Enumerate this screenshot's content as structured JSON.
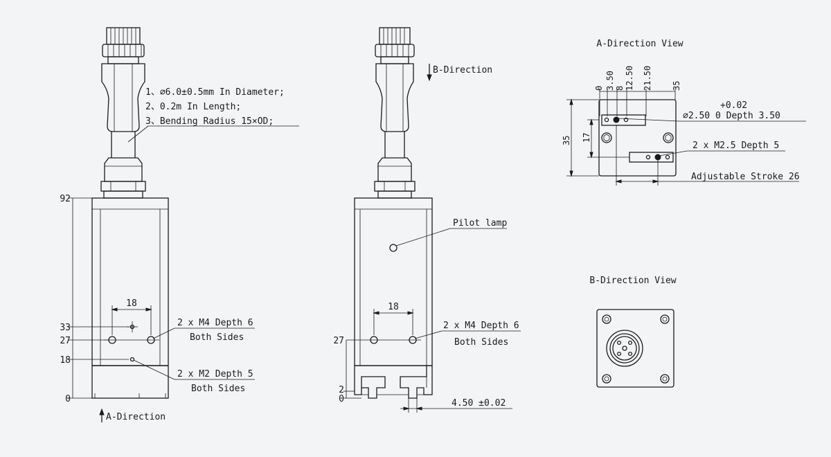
{
  "colors": {
    "background": "#f3f4f6",
    "line": "#1a1a1a"
  },
  "front_view": {
    "cable_notes": [
      "1、∅6.0±0.5mm In Diameter;",
      "2、0.2m In Length;",
      "3、Bending Radius 15×OD;"
    ],
    "height_ticks": [
      "92",
      "33",
      "27",
      "18",
      "0"
    ],
    "hole_spacing": "18",
    "m4_label": "2 x M4 Depth 6",
    "m4_sub": "Both Sides",
    "m2_label": "2 x M2 Depth 5",
    "m2_sub": "Both Sides",
    "direction_arrow": "A-Direction"
  },
  "side_view": {
    "direction_arrow": "B-Direction",
    "pilot_label": "Pilot lamp",
    "hole_spacing": "18",
    "height_ticks": [
      "27",
      "2",
      "0"
    ],
    "m4_label": "2 x M4 Depth 6",
    "m4_sub": "Both Sides",
    "slot_width": "4.50 ±0.02"
  },
  "a_view": {
    "title": "A-Direction View",
    "top_dims": [
      "0",
      "3.50",
      "8",
      "12.50",
      "21.50",
      "35"
    ],
    "left_dims": [
      "35",
      "17"
    ],
    "tolerance_top": "+0.02",
    "hole_label": "∅2.50  0    Depth 3.50",
    "m25_label": "2 x  M2.5 Depth 5",
    "stroke_label": "Adjustable Stroke 26"
  },
  "b_view": {
    "title": "B-Direction View"
  }
}
